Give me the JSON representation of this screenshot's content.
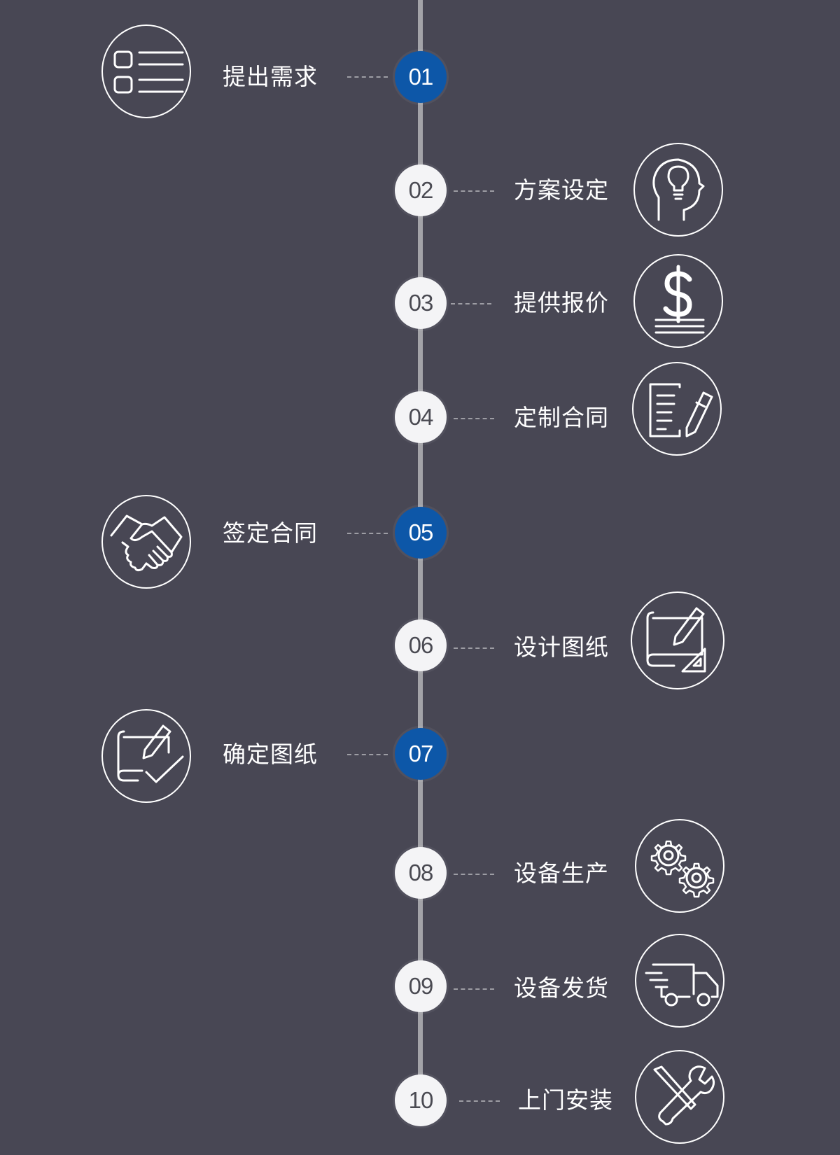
{
  "steps": [
    {
      "number": "01",
      "label": "提出需求",
      "icon": "checklist-icon",
      "active": true
    },
    {
      "number": "02",
      "label": "方案设定",
      "icon": "idea-head-icon",
      "active": false
    },
    {
      "number": "03",
      "label": "提供报价",
      "icon": "dollar-icon",
      "active": false
    },
    {
      "number": "04",
      "label": "定制合同",
      "icon": "contract-pen-icon",
      "active": false
    },
    {
      "number": "05",
      "label": "签定合同",
      "icon": "handshake-icon",
      "active": true
    },
    {
      "number": "06",
      "label": "设计图纸",
      "icon": "blueprint-design-icon",
      "active": false
    },
    {
      "number": "07",
      "label": "确定图纸",
      "icon": "blueprint-confirm-icon",
      "active": true
    },
    {
      "number": "08",
      "label": "设备生产",
      "icon": "gears-icon",
      "active": false
    },
    {
      "number": "09",
      "label": "设备发货",
      "icon": "delivery-truck-icon",
      "active": false
    },
    {
      "number": "10",
      "label": "上门安装",
      "icon": "tools-icon",
      "active": false
    }
  ],
  "colors": {
    "background": "#484754",
    "timeline": "#a3a3a8",
    "active_circle": "#0d57a8",
    "inactive_circle": "#f4f4f6"
  }
}
